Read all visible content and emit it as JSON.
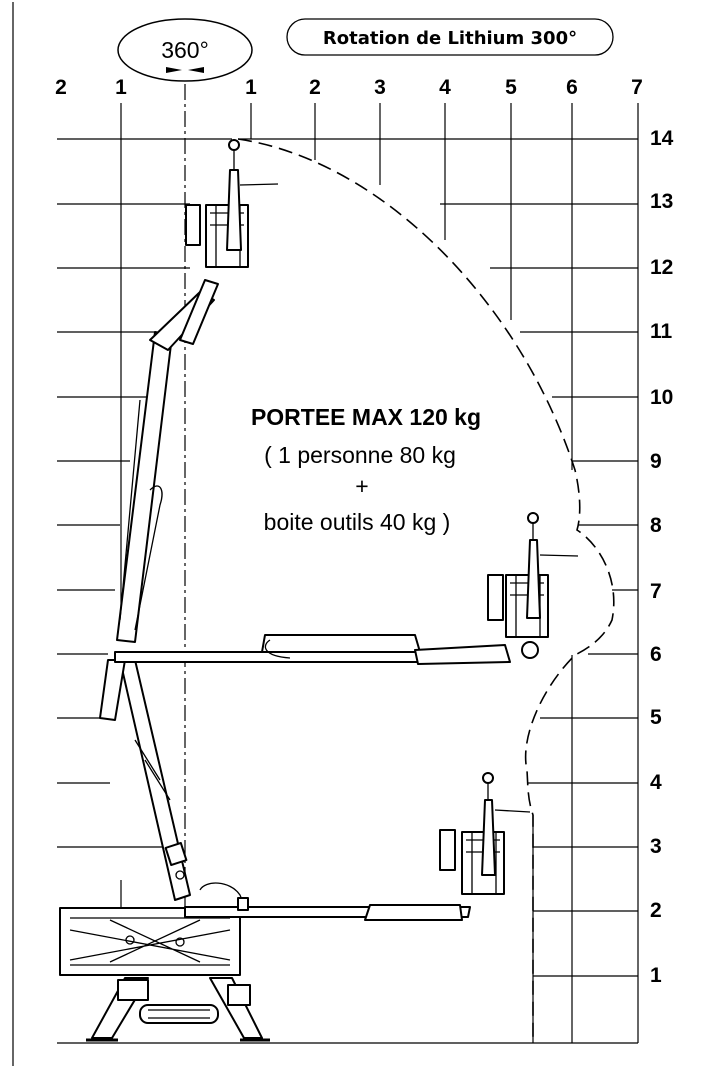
{
  "header": {
    "rotation_badge": "360°",
    "lithium_badge": "Rotation de Lithium 300°"
  },
  "axes": {
    "x_ticks": [
      "2",
      "1",
      "1",
      "2",
      "3",
      "4",
      "5",
      "6",
      "7"
    ],
    "y_ticks": [
      "14",
      "13",
      "12",
      "11",
      "10",
      "9",
      "8",
      "7",
      "6",
      "5",
      "4",
      "3",
      "2",
      "1"
    ]
  },
  "capacity": {
    "title": "PORTEE MAX 120 kg",
    "line1": "( 1 personne 80 kg",
    "plus": "+",
    "line2": "boite outils 40 kg )"
  }
}
